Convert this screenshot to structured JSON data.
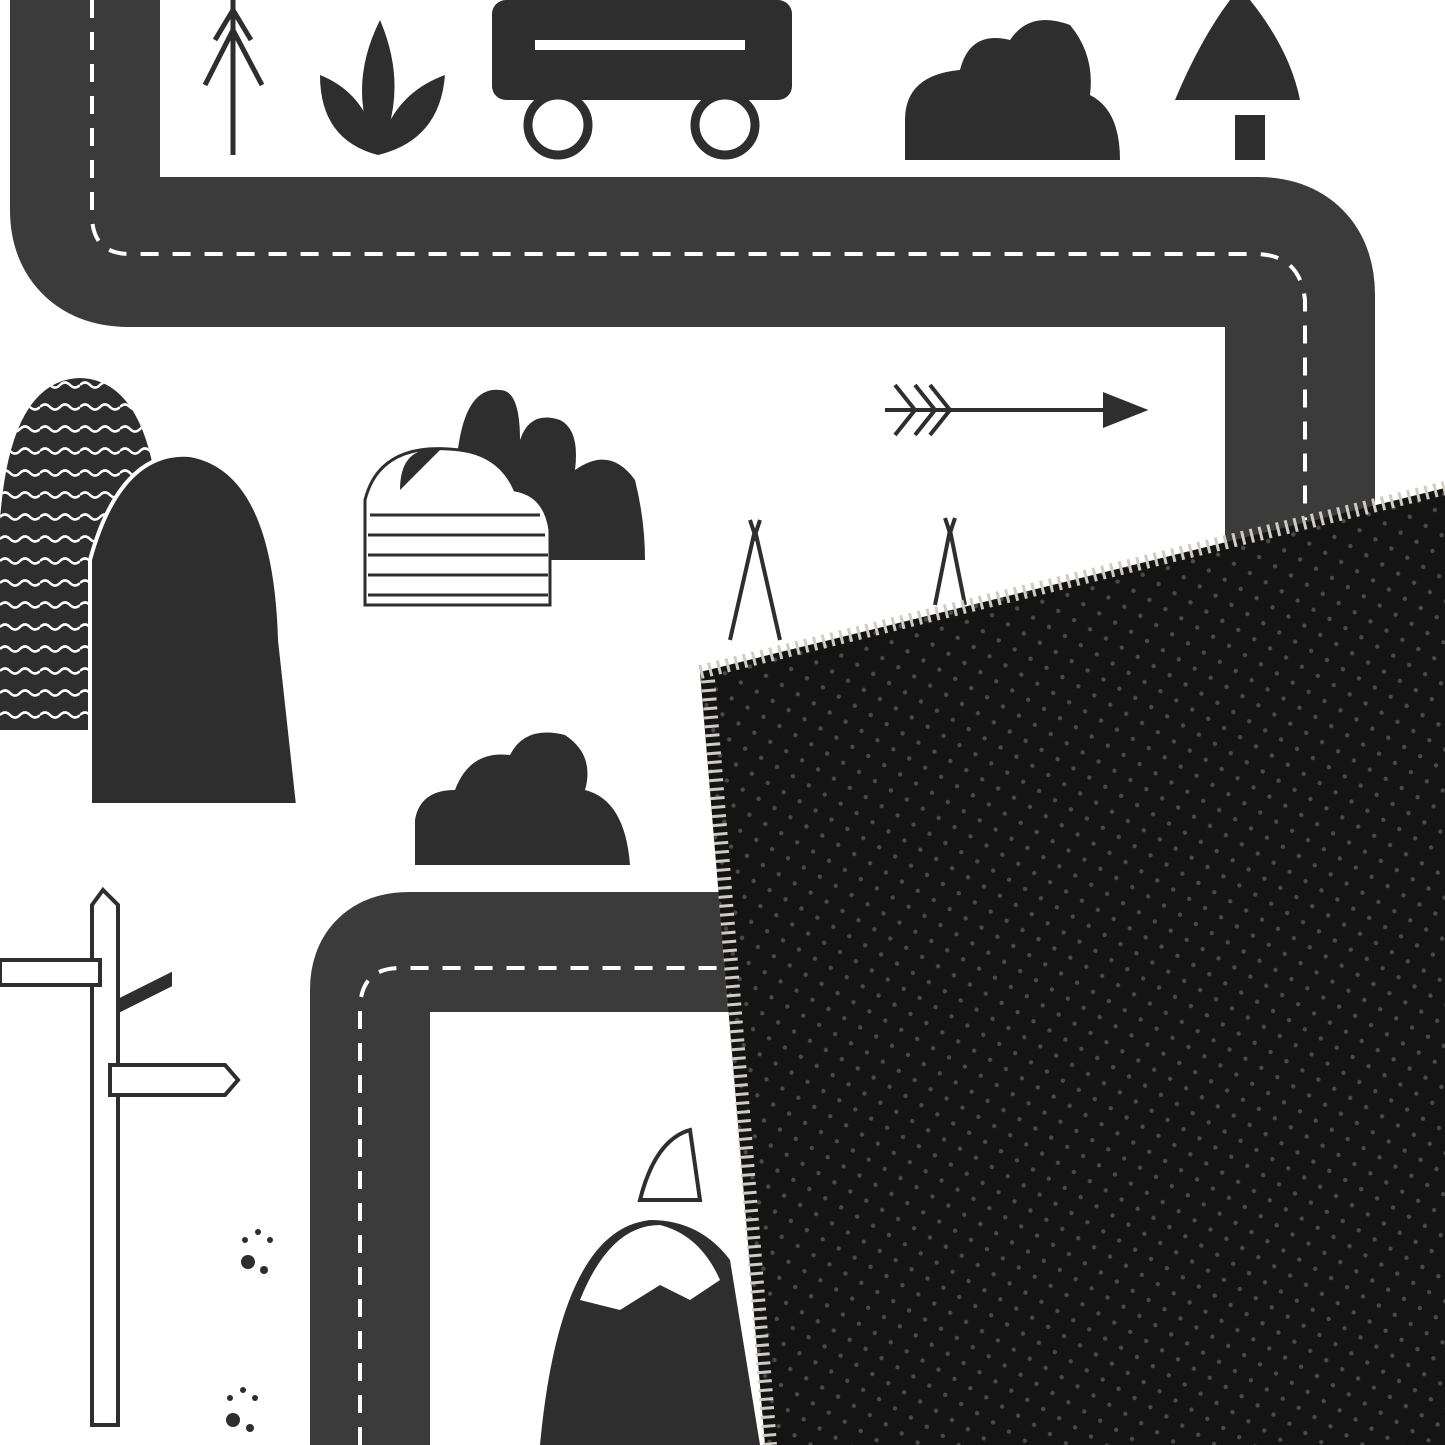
{
  "colors": {
    "background": "#ffffff",
    "road": "#3b3b3b",
    "road_marking": "#ffffff",
    "illustration": "#2e2e2e",
    "rug_back": "#141414",
    "fringe": "#cfccc4"
  },
  "elements": [
    "road-top",
    "road-bottom",
    "tree-icon",
    "plant-icon",
    "bus-icon",
    "bush-icon",
    "mushroom-tree-icon",
    "hill-icon",
    "cloud-icon",
    "arrow-icon",
    "teepee-icon",
    "signpost-icon",
    "paw-print-icon",
    "snowy-mountain-icon",
    "folded-rug-corner"
  ]
}
